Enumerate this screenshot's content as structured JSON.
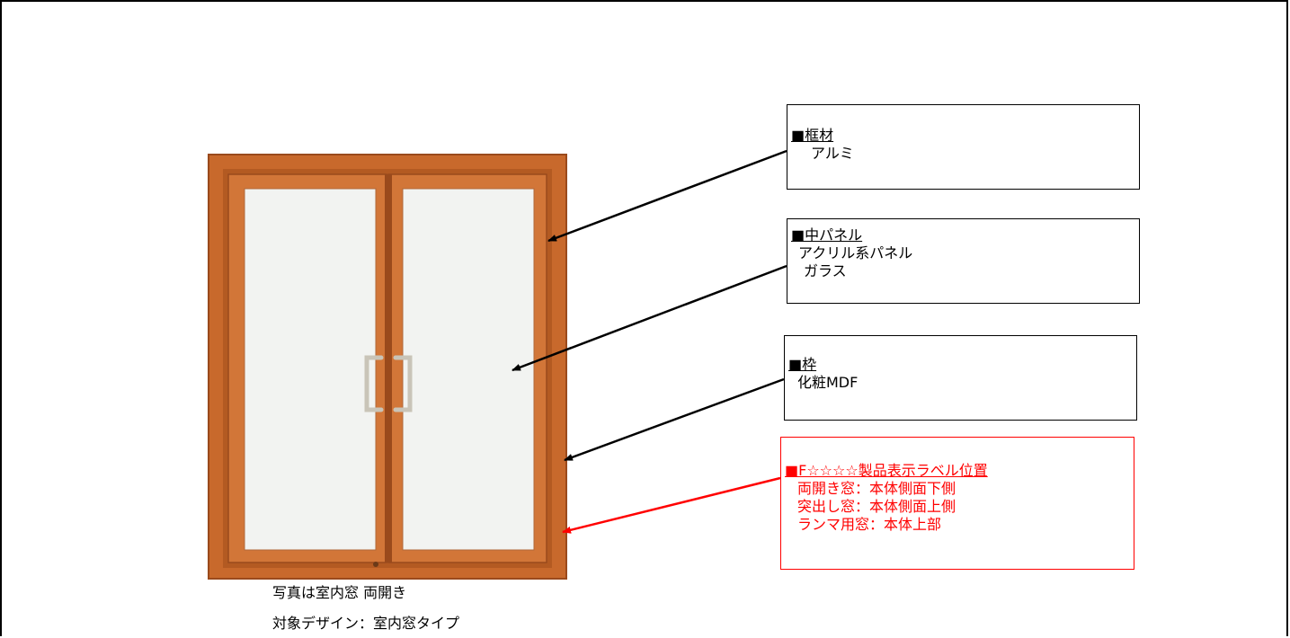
{
  "callouts": {
    "frame_material": {
      "heading": "■框材",
      "lines": [
        "アルミ"
      ]
    },
    "center_panel": {
      "heading": "■中パネル",
      "lines": [
        "アクリル系パネル",
        "ガラス"
      ]
    },
    "outer_frame": {
      "heading": "■枠",
      "lines": [
        "化粧MDF"
      ]
    },
    "label_position": {
      "heading": "■F☆☆☆☆製品表示ラベル位置",
      "lines": [
        "両開き窓：本体側面下側",
        "突出し窓：本体側面上側",
        "ランマ用窓：本体上部"
      ]
    }
  },
  "captions": {
    "photo_note": "写真は室内窓 両開き",
    "target_design": "対象デザイン：室内窓タイプ"
  },
  "colors": {
    "frame_wood": "#c8692c",
    "frame_wood_dark": "#9a4a1c",
    "glass": "#f2f3f1",
    "handle": "#c9c4b8",
    "label_accent": "#ff0000"
  }
}
